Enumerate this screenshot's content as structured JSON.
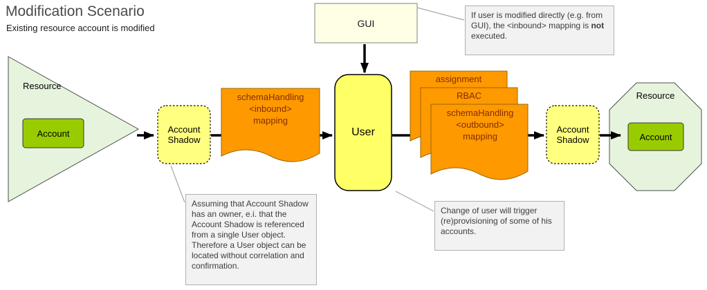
{
  "title": "Modification Scenario",
  "subtitle": "Existing resource account is modified",
  "diagram": {
    "resource_left": {
      "label": "Resource",
      "account": "Account"
    },
    "shadow_left": {
      "label": "Account Shadow"
    },
    "inbound_doc": {
      "lines": [
        "schemaHandling",
        "<inbound>",
        "mapping"
      ]
    },
    "gui": {
      "label": "GUI"
    },
    "user": {
      "label": "User"
    },
    "assignment_doc": {
      "label": "assignment"
    },
    "rbac_doc": {
      "label": "RBAC"
    },
    "outbound_doc": {
      "lines": [
        "schemaHandling",
        "<outbound>",
        "mapping"
      ]
    },
    "shadow_right": {
      "label": "Account Shadow"
    },
    "resource_right": {
      "label": "Resource",
      "account": "Account"
    }
  },
  "notes": {
    "gui_note": {
      "before": "If user is modified directly (e.g. from GUI), the <inbound> mapping is ",
      "bold": "not",
      "after": " executed."
    },
    "shadow_note": {
      "text": "Assuming that Account Shadow has an owner, e.i. that the Account Shadow is referenced from a single User object. Therefore a User object can be located without correlation and confirmation."
    },
    "user_note": {
      "text": "Change of user will trigger (re)provisioning of some of his accounts."
    }
  },
  "colors": {
    "resource_fill": "#e7f4dd",
    "account_fill": "#99cc00",
    "shadow_fill": "#ffff80",
    "user_fill": "#ffff66",
    "doc_fill": "#ff9900",
    "doc_text": "#802f00",
    "gui_fill": "#ffffe6",
    "note_fill": "#f2f2f2",
    "arrow": "#000000"
  }
}
